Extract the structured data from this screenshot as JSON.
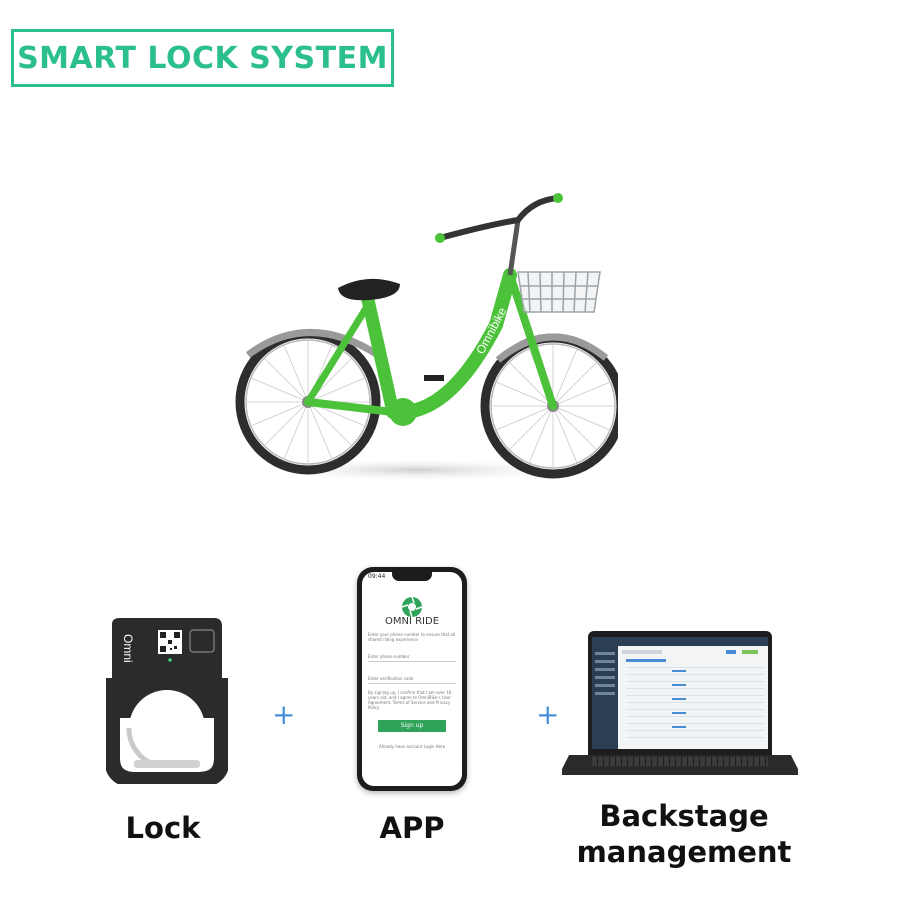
{
  "title": "SMART LOCK SYSTEM",
  "bike": {
    "brand_text": "Omnibike"
  },
  "components": [
    {
      "label": "Lock",
      "logo_text": "Omni"
    },
    {
      "label": "APP"
    },
    {
      "label_line1": "Backstage",
      "label_line2": "management"
    }
  ],
  "separator": "+",
  "phone_screen": {
    "status_time": "09:44",
    "app_name": "OMNI RIDE",
    "intro": "Enter your phone number to ensure that all shared riding experience",
    "phone_placeholder": "Enter phone number",
    "code_placeholder": "Enter verification code",
    "terms": "By signing up, I confirm that I am over 16 years old, and I agree to OmniBike's User Agreement, Terms of Service and Privacy Policy",
    "signup_button": "Sign up",
    "login_text": "Already have account Login Here"
  },
  "colors": {
    "accent": "#2bbf8f",
    "plus": "#4a90d9",
    "bike_green": "#4cc23a",
    "app_green": "#2fa35a",
    "admin_nav": "#2a3f54"
  }
}
